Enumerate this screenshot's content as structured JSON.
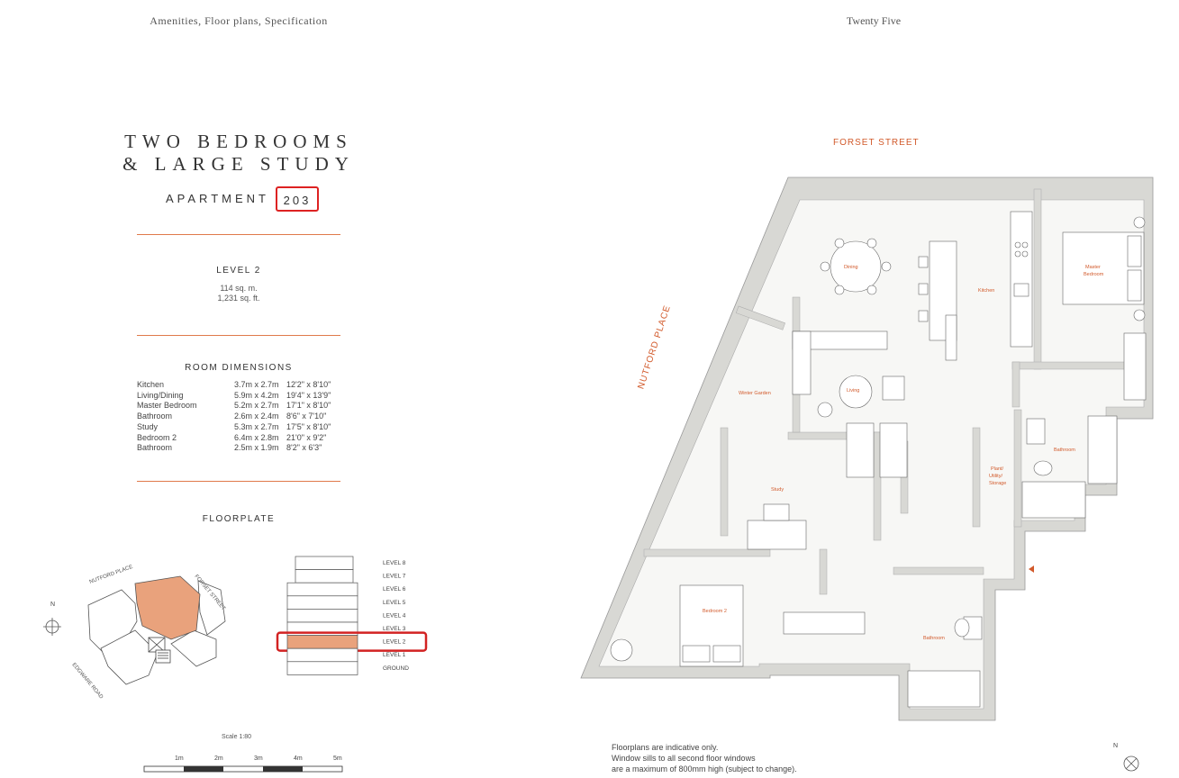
{
  "header": {
    "left": "Amenities, Floor plans, Specification",
    "right": "Twenty Five"
  },
  "title": {
    "line1": "TWO BEDROOMS",
    "line2": "& LARGE STUDY"
  },
  "apartment": {
    "label": "APARTMENT",
    "number": "203"
  },
  "level": {
    "title": "LEVEL 2",
    "sqm": "114 sq. m.",
    "sqft": "1,231 sq. ft."
  },
  "room_dimensions": {
    "title": "ROOM DIMENSIONS",
    "rows": [
      {
        "room": "Kitchen",
        "metric": "3.7m x 2.7m",
        "imperial": "12'2\" x 8'10\""
      },
      {
        "room": "Living/Dining",
        "metric": "5.9m x 4.2m",
        "imperial": "19'4\" x 13'9\""
      },
      {
        "room": "Master Bedroom",
        "metric": "5.2m x 2.7m",
        "imperial": "17'1\" x 8'10\""
      },
      {
        "room": "Bathroom",
        "metric": "2.6m x 2.4m",
        "imperial": "8'6\" x 7'10\""
      },
      {
        "room": "Study",
        "metric": "5.3m x 2.7m",
        "imperial": "17'5\" x 8'10\""
      },
      {
        "room": "Bedroom 2",
        "metric": "6.4m x 2.8m",
        "imperial": "21'0\" x 9'2\""
      },
      {
        "room": "Bathroom",
        "metric": "2.5m x 1.9m",
        "imperial": "8'2\" x 6'3\""
      }
    ]
  },
  "floorplate": {
    "title": "FLOORPLATE",
    "north": "N",
    "streets": {
      "nutford": "NUTFORD PLACE",
      "forset": "FORSET STREET",
      "edgware": "EDGWARE ROAD"
    },
    "levels": [
      "LEVEL 8",
      "LEVEL 7",
      "LEVEL 6",
      "LEVEL 5",
      "LEVEL 4",
      "LEVEL 3",
      "LEVEL 2",
      "LEVEL 1",
      "GROUND"
    ],
    "highlight_level": "LEVEL 2"
  },
  "scale": {
    "label": "Scale 1:80",
    "ticks": [
      "1m",
      "2m",
      "3m",
      "4m",
      "5m"
    ]
  },
  "plan": {
    "forset_street": "FORSET STREET",
    "nutford_place": "NUTFORD PLACE",
    "rooms": {
      "dining": "Dining",
      "kitchen": "Kitchen",
      "master_bedroom_1": "Master",
      "master_bedroom_2": "Bedroom",
      "winter_garden": "Winter Garden",
      "living": "Living",
      "bathroom_1": "Bathroom",
      "plant_1": "Plant/",
      "plant_2": "Utility/",
      "plant_3": "Storage",
      "study": "Study",
      "bedroom_2": "Bedroom 2",
      "bathroom_2": "Bathroom"
    },
    "north": "N"
  },
  "notes": {
    "line1": "Floorplans are indicative only.",
    "line2": "Window sills to all second floor windows",
    "line3": "are a maximum of 800mm high (subject to change)."
  },
  "colors": {
    "accent": "#d25a2b",
    "highlight_fill": "#e9a27c",
    "highlight_box": "#d22222",
    "wall": "#d8d8d4",
    "floor": "#f7f7f5"
  }
}
